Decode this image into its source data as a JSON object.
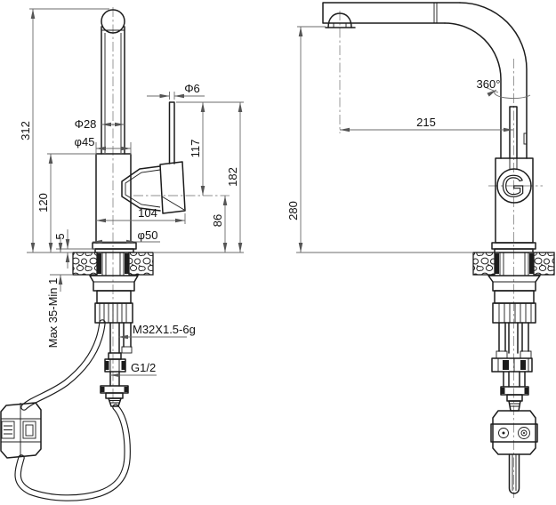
{
  "drawing": {
    "front": {
      "dims": {
        "total_height": "312",
        "spout_dia": "Φ28",
        "body_dia": "φ45",
        "lever_dia": "Φ6",
        "lever_length": "117",
        "body_height": "120",
        "handle_reach": "104",
        "lever_top_height": "182",
        "handle_pivot_height": "86",
        "base_height": "5",
        "base_dia": "φ50",
        "mounting_range": "Max 35-Min 1",
        "mounting_thread": "M32X1.5-6g",
        "connection_thread": "G1/2"
      }
    },
    "side": {
      "dims": {
        "swivel_angle": "360°",
        "spout_reach": "215",
        "spout_height": "280"
      },
      "logo_letter": "G"
    },
    "colors": {
      "line": "#1c1c1c",
      "dimension": "#6b6b6b",
      "background": "#ffffff"
    }
  }
}
